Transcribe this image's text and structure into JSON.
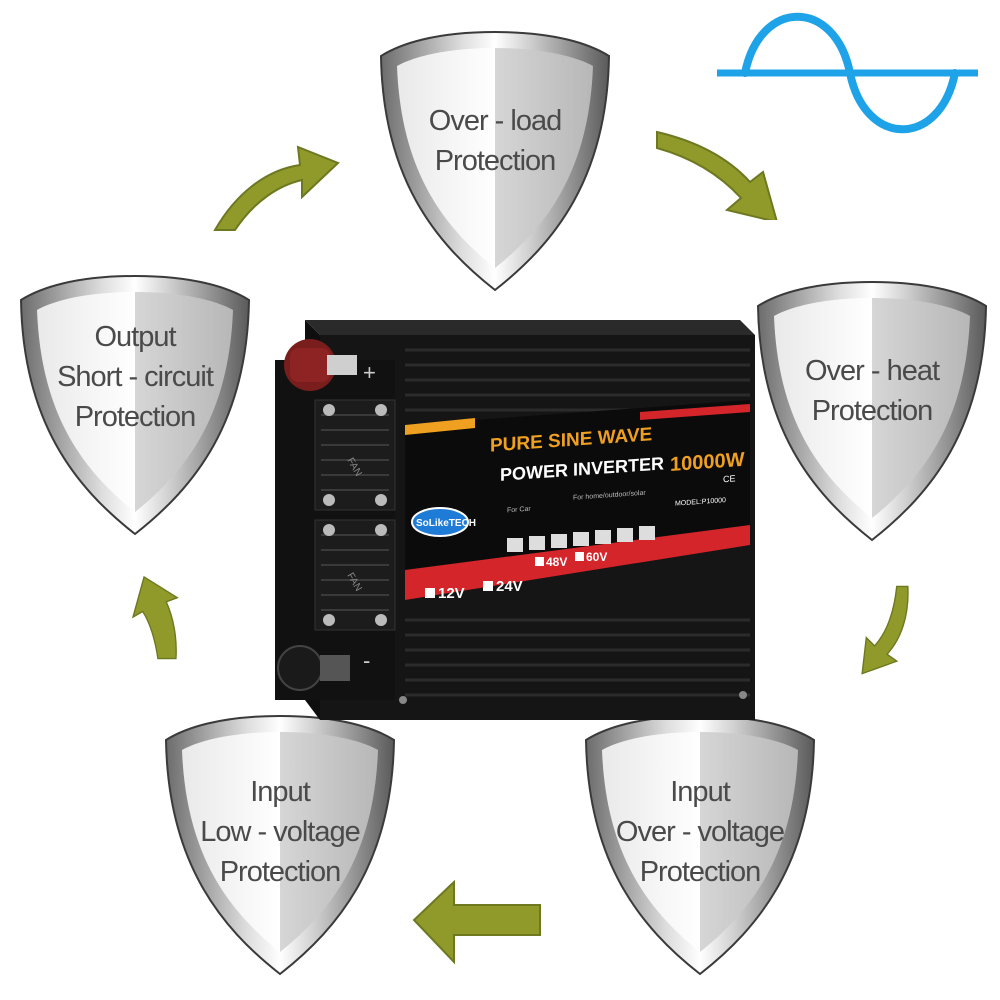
{
  "shields": {
    "top": {
      "lines": [
        "Over - load",
        "Protection"
      ]
    },
    "right_upper": {
      "lines": [
        "Over - heat",
        "Protection"
      ]
    },
    "right_lower": {
      "lines": [
        "Input",
        "Over - voltage",
        "Protection"
      ]
    },
    "left_lower": {
      "lines": [
        "Input",
        "Low - voltage",
        "Protection"
      ]
    },
    "left_upper": {
      "lines": [
        "Output",
        "Short - circuit",
        "Protection"
      ]
    }
  },
  "product": {
    "headline": "PURE SINE WAVE",
    "name": "POWER INVERTER",
    "wattage": "10000W",
    "brand": "SoLikeTECH",
    "model": "MODEL:P10000",
    "for_car": "For Car",
    "for_home": "For home/outdoor/solar",
    "voltages": [
      "12V",
      "24V",
      "48V",
      "60V"
    ],
    "fan_label": "FAN",
    "plus_sign": "+",
    "minus_sign": "-",
    "ce_mark": "CE"
  },
  "colors": {
    "arrow": "#8f9a2a",
    "wave": "#1fa3e8",
    "label_orange": "#f0a020",
    "label_red": "#d4252a",
    "body_black": "#151515"
  },
  "icons": [
    "sine-wave-icon",
    "cycle-arrow-icon"
  ]
}
